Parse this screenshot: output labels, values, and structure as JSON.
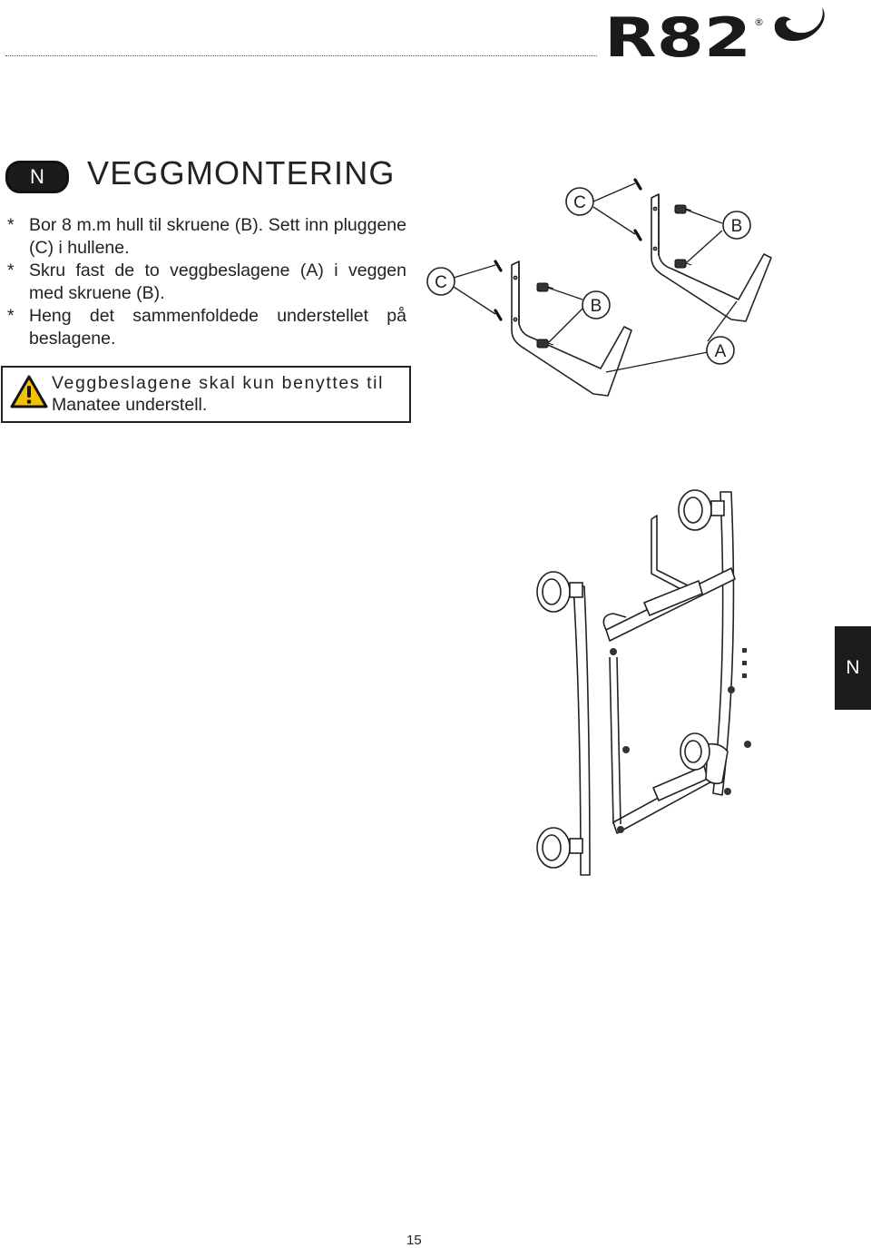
{
  "brand": {
    "logo_text": "R82",
    "registered_mark": "®"
  },
  "header": {
    "language_badge": "N",
    "title": "VEGGMONTERING"
  },
  "steps": [
    {
      "bullet": "*",
      "text": "Bor 8 m.m hull til skruene (B). Sett inn plug­gene (C) i hullene."
    },
    {
      "bullet": "*",
      "text": "Skru fast de to veggbeslagene (A) i veggen med skruene (B)."
    },
    {
      "bullet": "*",
      "text": "Heng det sammenfoldede understellet på beslagene."
    }
  ],
  "warning": {
    "icon": "warning-triangle-icon",
    "line1": "Veggbeslagene skal kun benyttes til",
    "line2": "Manatee understell."
  },
  "diagram_labels": {
    "screw_plug": "C",
    "screw": "B",
    "bracket": "A"
  },
  "side_tab": "N",
  "page_number": "15",
  "colors": {
    "badge": "#1b1b1b",
    "text": "#222222",
    "tab": "#1c1c1c"
  }
}
